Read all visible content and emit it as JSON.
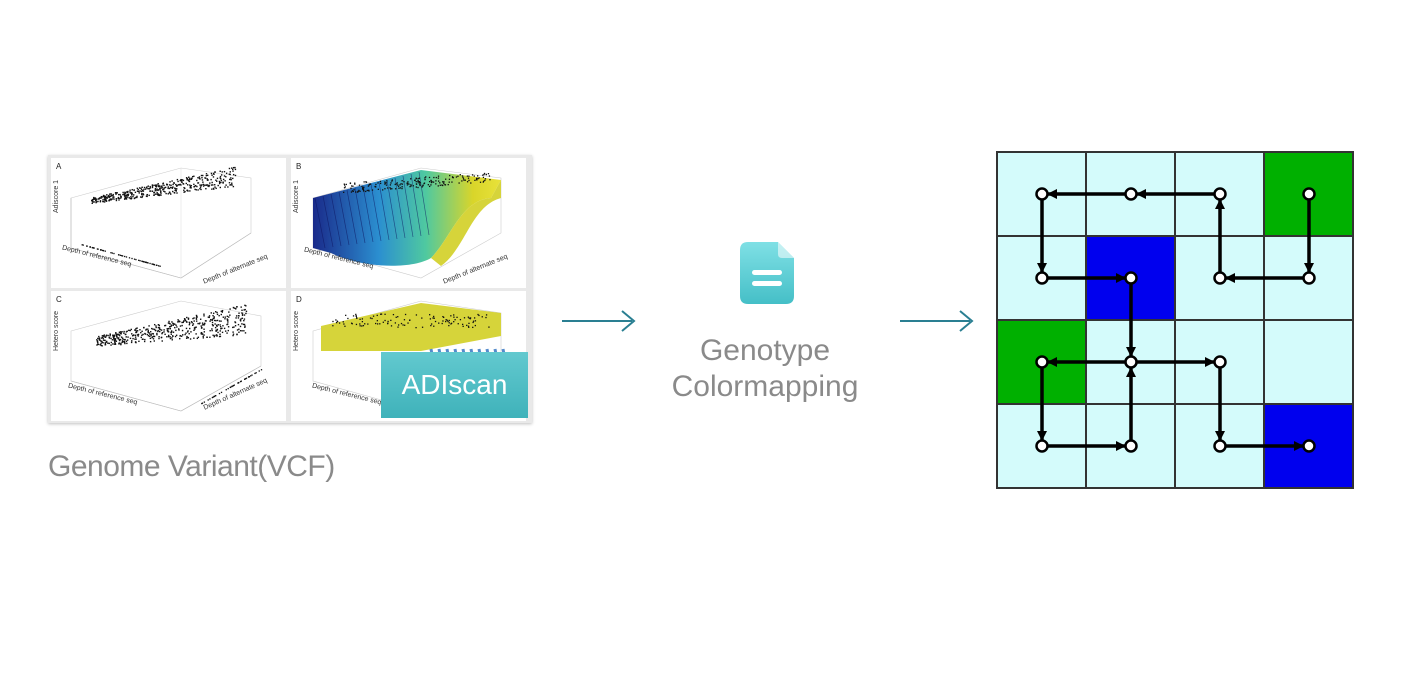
{
  "input": {
    "caption": "Genome Variant(VCF)",
    "badge": "ADIscan",
    "panels": [
      {
        "label": "A",
        "ylabel": "Adiscore 1",
        "xlabel": "Depth of reference seq",
        "zlabel": "Depth of alternate seq"
      },
      {
        "label": "B",
        "ylabel": "Adiscore 1",
        "xlabel": "Depth of reference seq",
        "zlabel": "Depth of alternate seq"
      },
      {
        "label": "C",
        "ylabel": "Hetero score",
        "xlabel": "Depth of reference seq",
        "zlabel": "Depth of alternate seq"
      },
      {
        "label": "D",
        "ylabel": "Hetero score",
        "xlabel": "Depth of reference seq",
        "zlabel": ""
      }
    ]
  },
  "step": {
    "label_line1": "Genotype",
    "label_line2": "Colormapping",
    "icon": "document-icon"
  },
  "grid": {
    "rows": 4,
    "cols": 4,
    "colors": {
      "light": "#d4fbfb",
      "green": "#00b000",
      "blue": "#0000ee",
      "border": "#333333"
    },
    "cells": [
      [
        "light",
        "light",
        "light",
        "green"
      ],
      [
        "light",
        "blue",
        "light",
        "light"
      ],
      [
        "green",
        "light",
        "light",
        "light"
      ],
      [
        "light",
        "light",
        "light",
        "blue"
      ]
    ],
    "path": [
      [
        3,
        0
      ],
      [
        3,
        1
      ],
      [
        2,
        1
      ],
      [
        2,
        0
      ],
      [
        1,
        0
      ],
      [
        0,
        0
      ],
      [
        0,
        1
      ],
      [
        1,
        1
      ],
      [
        1,
        2
      ],
      [
        0,
        2
      ],
      [
        0,
        3
      ],
      [
        1,
        3
      ],
      [
        1,
        2
      ],
      [
        2,
        2
      ],
      [
        2,
        3
      ],
      [
        3,
        3
      ]
    ]
  },
  "colors": {
    "arrow": "#2a7f92",
    "caption": "#8a8a8a",
    "badge": "#4bbcc3"
  }
}
